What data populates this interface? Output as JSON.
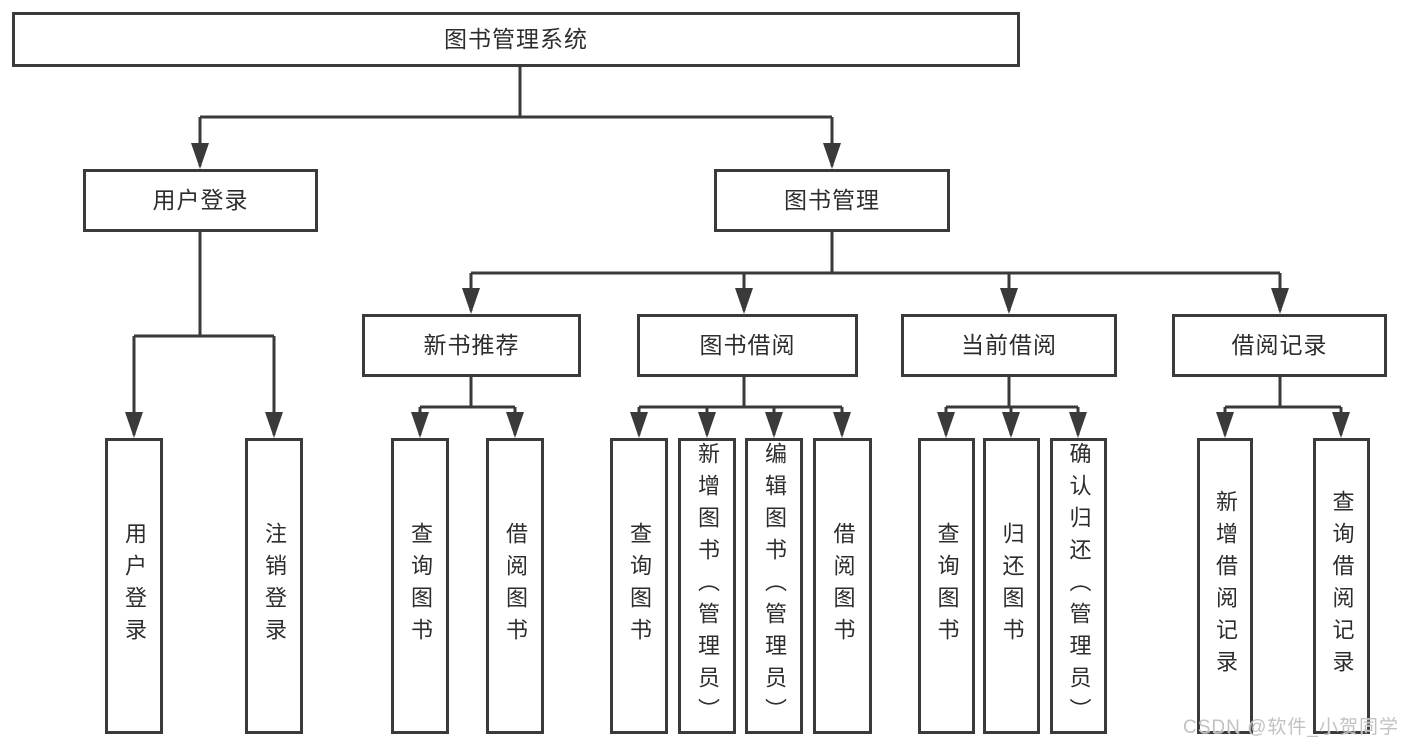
{
  "diagram": {
    "title": "图书管理系统",
    "level2": [
      "用户登录",
      "图书管理"
    ],
    "level3": [
      "新书推荐",
      "图书借阅",
      "当前借阅",
      "借阅记录"
    ],
    "level4": {
      "user_login": [
        "用户登录",
        "注销登录"
      ],
      "new_book_recommend": [
        "查询图书",
        "借阅图书"
      ],
      "book_borrow": [
        "查询图书",
        "新增图书（管理员）",
        "编辑图书（管理员）",
        "借阅图书"
      ],
      "current_borrow": [
        "查询图书",
        "归还图书",
        "确认归还（管理员）"
      ],
      "borrow_records": [
        "新增借阅记录",
        "查询借阅记录"
      ]
    },
    "watermark": "CSDN @软件_小贺同学",
    "colors": {
      "line": "#3a3a3a",
      "box_border": "#3a3a3a",
      "text": "#2d2d2d",
      "background": "#ffffff",
      "watermark": "#c2c2c2"
    }
  }
}
